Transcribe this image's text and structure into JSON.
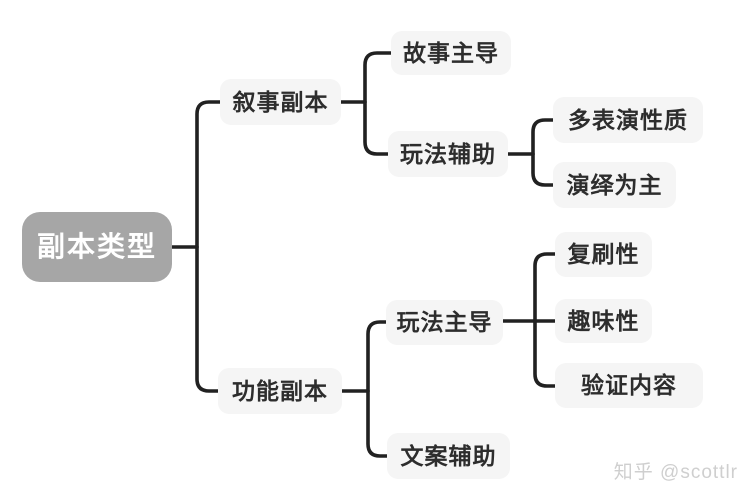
{
  "diagram": {
    "type": "mindmap",
    "root": {
      "label": "副本类型"
    },
    "nodes": {
      "narrative": {
        "label": "叙事副本"
      },
      "story_led": {
        "label": "故事主导"
      },
      "gameplay_assist": {
        "label": "玩法辅助"
      },
      "multi_performance": {
        "label": "多表演性质"
      },
      "acting_main": {
        "label": "演绎为主"
      },
      "functional": {
        "label": "功能副本"
      },
      "gameplay_led": {
        "label": "玩法主导"
      },
      "replayability": {
        "label": "复刷性"
      },
      "fun": {
        "label": "趣味性"
      },
      "content_validation": {
        "label": "验证内容"
      },
      "copy_assist": {
        "label": "文案辅助"
      }
    },
    "tree": [
      {
        "parent": "副本类型",
        "children": [
          "叙事副本",
          "功能副本"
        ]
      },
      {
        "parent": "叙事副本",
        "children": [
          "故事主导",
          "玩法辅助"
        ]
      },
      {
        "parent": "玩法辅助",
        "children": [
          "多表演性质",
          "演绎为主"
        ]
      },
      {
        "parent": "功能副本",
        "children": [
          "玩法主导",
          "文案辅助"
        ]
      },
      {
        "parent": "玩法主导",
        "children": [
          "复刷性",
          "趣味性",
          "验证内容"
        ]
      }
    ],
    "colors": {
      "background": "#ffffff",
      "root_fill": "#a6a6a6",
      "root_text": "#ffffff",
      "node_fill": "#f5f5f5",
      "node_text": "#2d2d2d",
      "connector": "#212121",
      "watermark_text_color": "#cfcfcf"
    }
  },
  "watermark": {
    "text": "知乎 @scottlr"
  }
}
